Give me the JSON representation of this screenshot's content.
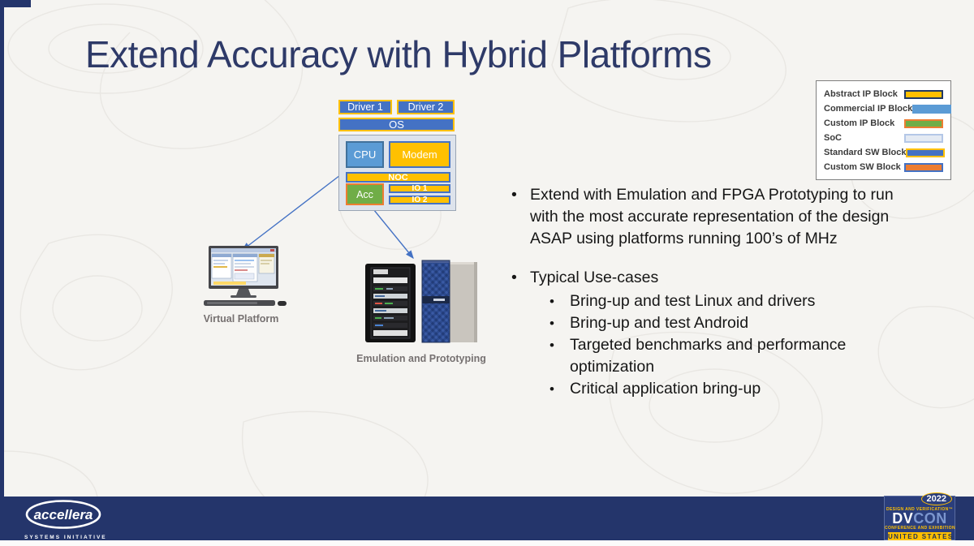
{
  "title": "Extend Accuracy with Hybrid Platforms",
  "colors": {
    "navy": "#24356B",
    "title_navy": "#2E3A68",
    "gold": "#FFC000",
    "standard_blue": "#4472C4",
    "commercial_blue": "#5B9BD5",
    "custom_green": "#70AD47",
    "custom_orange": "#ED7D31",
    "soc_fill": "#DDE3EC",
    "caption_gray": "#767171"
  },
  "diagram": {
    "blocks": {
      "driver1": "Driver 1",
      "driver2": "Driver 2",
      "os": "OS",
      "cpu": "CPU",
      "modem": "Modem",
      "noc": "NOC",
      "acc": "Acc",
      "io1": "IO 1",
      "io2": "IO 2"
    },
    "captions": {
      "virtual_platform": "Virtual Platform",
      "emulation": "Emulation and Prototyping"
    }
  },
  "legend": {
    "items": [
      {
        "label": "Abstract IP Block",
        "fill": "#FFC000",
        "border": "#203864"
      },
      {
        "label": "Commercial IP Block",
        "fill": "#5B9BD5",
        "border": "#5B9BD5"
      },
      {
        "label": "Custom IP Block",
        "fill": "#70AD47",
        "border": "#ED7D31"
      },
      {
        "label": "SoC",
        "fill": "#E4EAF3",
        "border": "#B4C7E7"
      },
      {
        "label": "Standard SW Block",
        "fill": "#4472C4",
        "border": "#FFC000"
      },
      {
        "label": "Custom SW Block",
        "fill": "#ED7D31",
        "border": "#4472C4"
      }
    ]
  },
  "bullets": {
    "b1": "Extend with Emulation and FPGA Prototyping to run with the most accurate representation of the design ASAP using platforms running 100’s of MHz",
    "b2": "Typical Use-cases",
    "sub": [
      "Bring-up and test Linux and drivers",
      "Bring-up and test Android",
      "Targeted benchmarks and performance optimization",
      "Critical application bring-up"
    ]
  },
  "footer": {
    "accellera_name": "accellera",
    "accellera_tagline": "SYSTEMS INITIATIVE",
    "dvcon": {
      "year": "2022",
      "line_top": "DESIGN AND VERIFICATION™",
      "name_dv": "DV",
      "name_con": "CON",
      "line_bottom": "CONFERENCE AND EXHIBITION",
      "country": "UNITED STATES"
    }
  }
}
